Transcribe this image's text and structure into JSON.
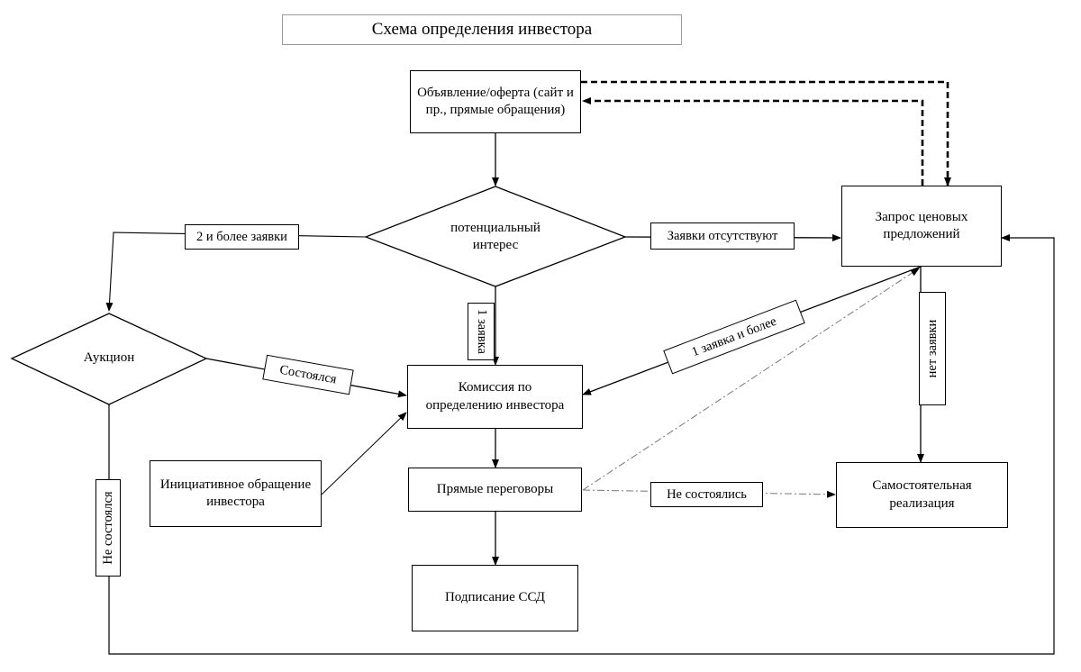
{
  "title": "Схема определения инвестора",
  "nodes": {
    "announcement": "Объявление/оферта (сайт и пр., прямые обращения)",
    "potential_interest": "потенциальный интерес",
    "price_request": "Запрос ценовых предложений",
    "auction": "Аукцион",
    "commission": "Комиссия по определению инвестора",
    "initiative": "Инициативное обращение инвестора",
    "negotiations": "Прямые переговоры",
    "self_sale": "Самостоятельная реализация",
    "signing": "Подписание ССД"
  },
  "edge_labels": {
    "two_or_more": "2 и более заявки",
    "no_bids": "Заявки отсутствуют",
    "one_bid": "1 заявка",
    "held": "Состоялся",
    "one_or_more": "1 заявка и более",
    "no_bids_vertical": "нет заявки",
    "not_held_plural": "Не состоялись",
    "not_held": "Не состоялся"
  }
}
